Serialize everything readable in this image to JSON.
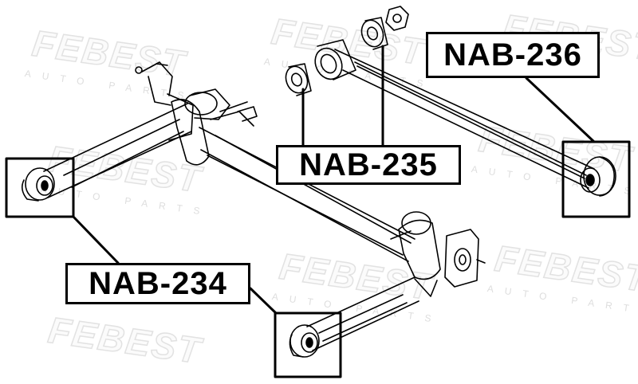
{
  "labels": {
    "nab_236": "NAB-236",
    "nab_235": "NAB-235",
    "nab_234": "NAB-234"
  },
  "watermark": {
    "brand": "FEBEST",
    "sub": "AUTO PARTS"
  },
  "colors": {
    "ink": "#000000",
    "watermark": "#e6e6e6",
    "background": "#ffffff"
  }
}
